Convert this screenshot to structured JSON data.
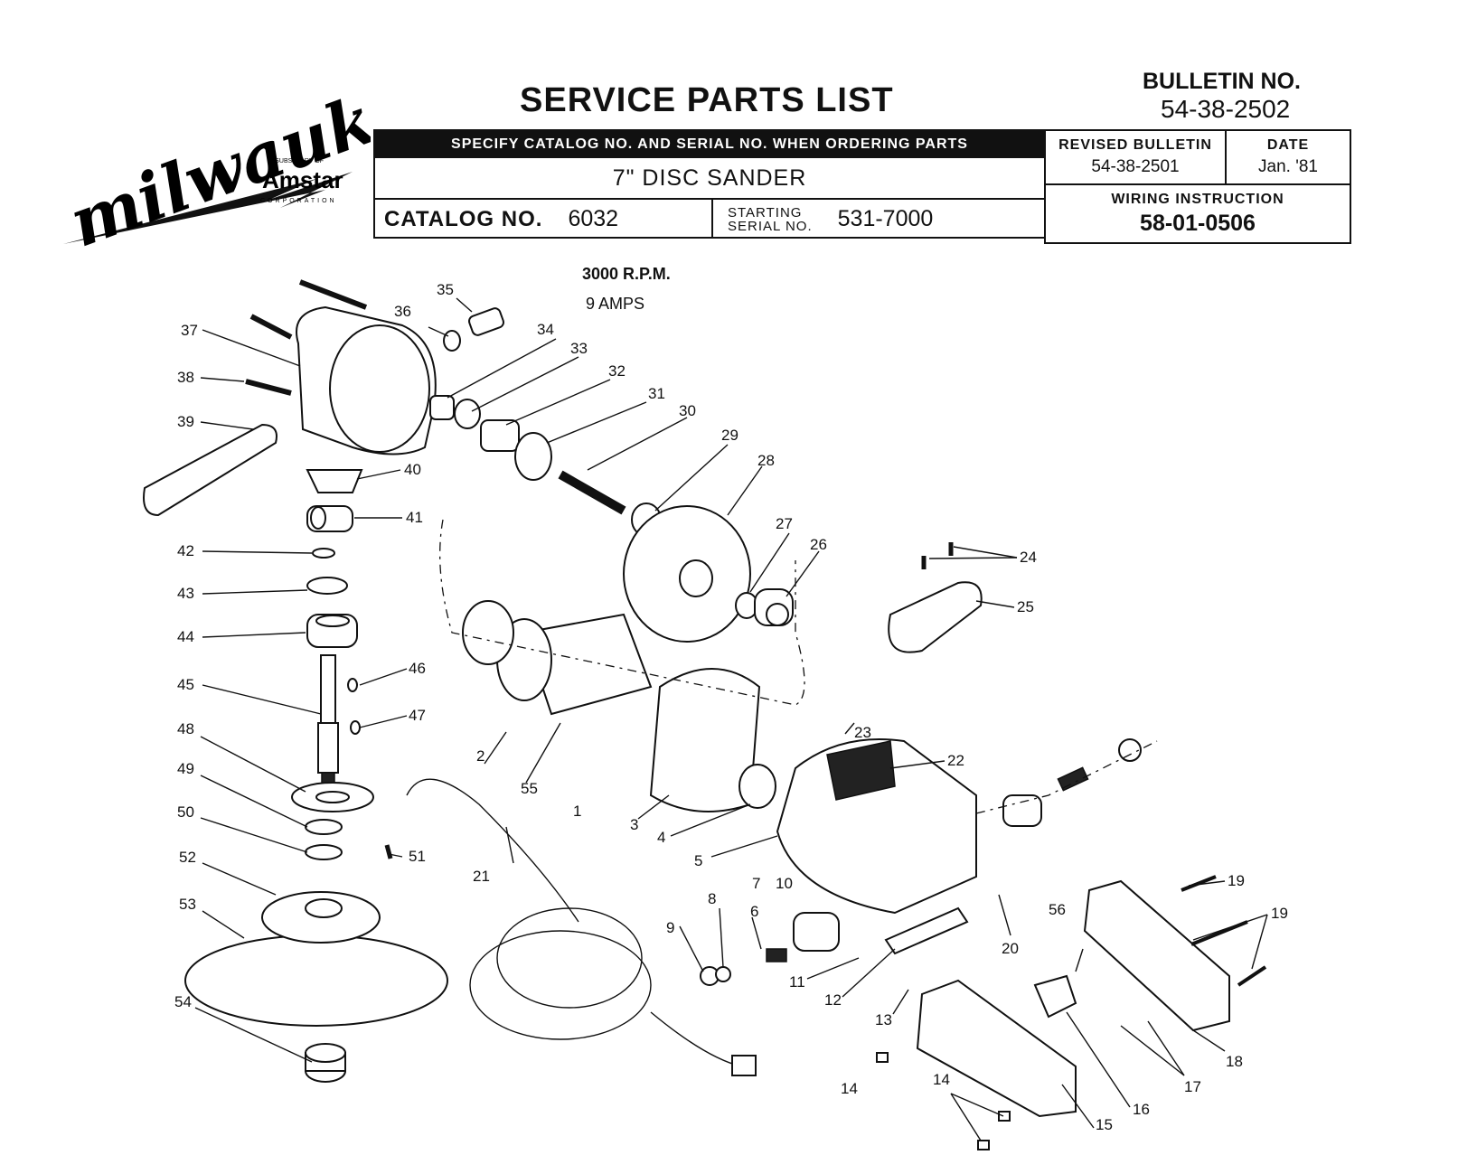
{
  "header": {
    "brand_word": "milwaukee",
    "subsidiary_line": "A SUBSIDIARY OF",
    "subsidiary_name": "Amstar",
    "subsidiary_corp": "CORPORATION",
    "title": "SERVICE PARTS LIST",
    "bulletin_label": "BULLETIN NO.",
    "bulletin_no": "54-38-2502"
  },
  "table": {
    "specify_text": "SPECIFY CATALOG NO. AND SERIAL NO. WHEN ORDERING PARTS",
    "product": "7\" DISC SANDER",
    "catalog_label": "CATALOG NO.",
    "catalog_no": "6032",
    "serial_label_line1": "STARTING",
    "serial_label_line2": "SERIAL NO.",
    "serial_no": "531-7000",
    "revised_label": "REVISED BULLETIN",
    "revised_value": "54-38-2501",
    "date_label": "DATE",
    "date_value": "Jan. '81",
    "wiring_label": "WIRING INSTRUCTION",
    "wiring_value": "58-01-0506"
  },
  "specs": {
    "rpm": "3000 R.P.M.",
    "amps": "9 AMPS"
  },
  "parts": [
    "1",
    "2",
    "3",
    "4",
    "5",
    "6",
    "7",
    "8",
    "9",
    "10",
    "11",
    "12",
    "13",
    "14",
    "14",
    "15",
    "16",
    "17",
    "18",
    "19",
    "19",
    "20",
    "21",
    "22",
    "23",
    "24",
    "25",
    "26",
    "27",
    "28",
    "29",
    "30",
    "31",
    "32",
    "33",
    "34",
    "35",
    "36",
    "37",
    "38",
    "39",
    "40",
    "41",
    "42",
    "43",
    "44",
    "45",
    "46",
    "47",
    "48",
    "49",
    "50",
    "51",
    "52",
    "53",
    "54",
    "55",
    "56"
  ]
}
